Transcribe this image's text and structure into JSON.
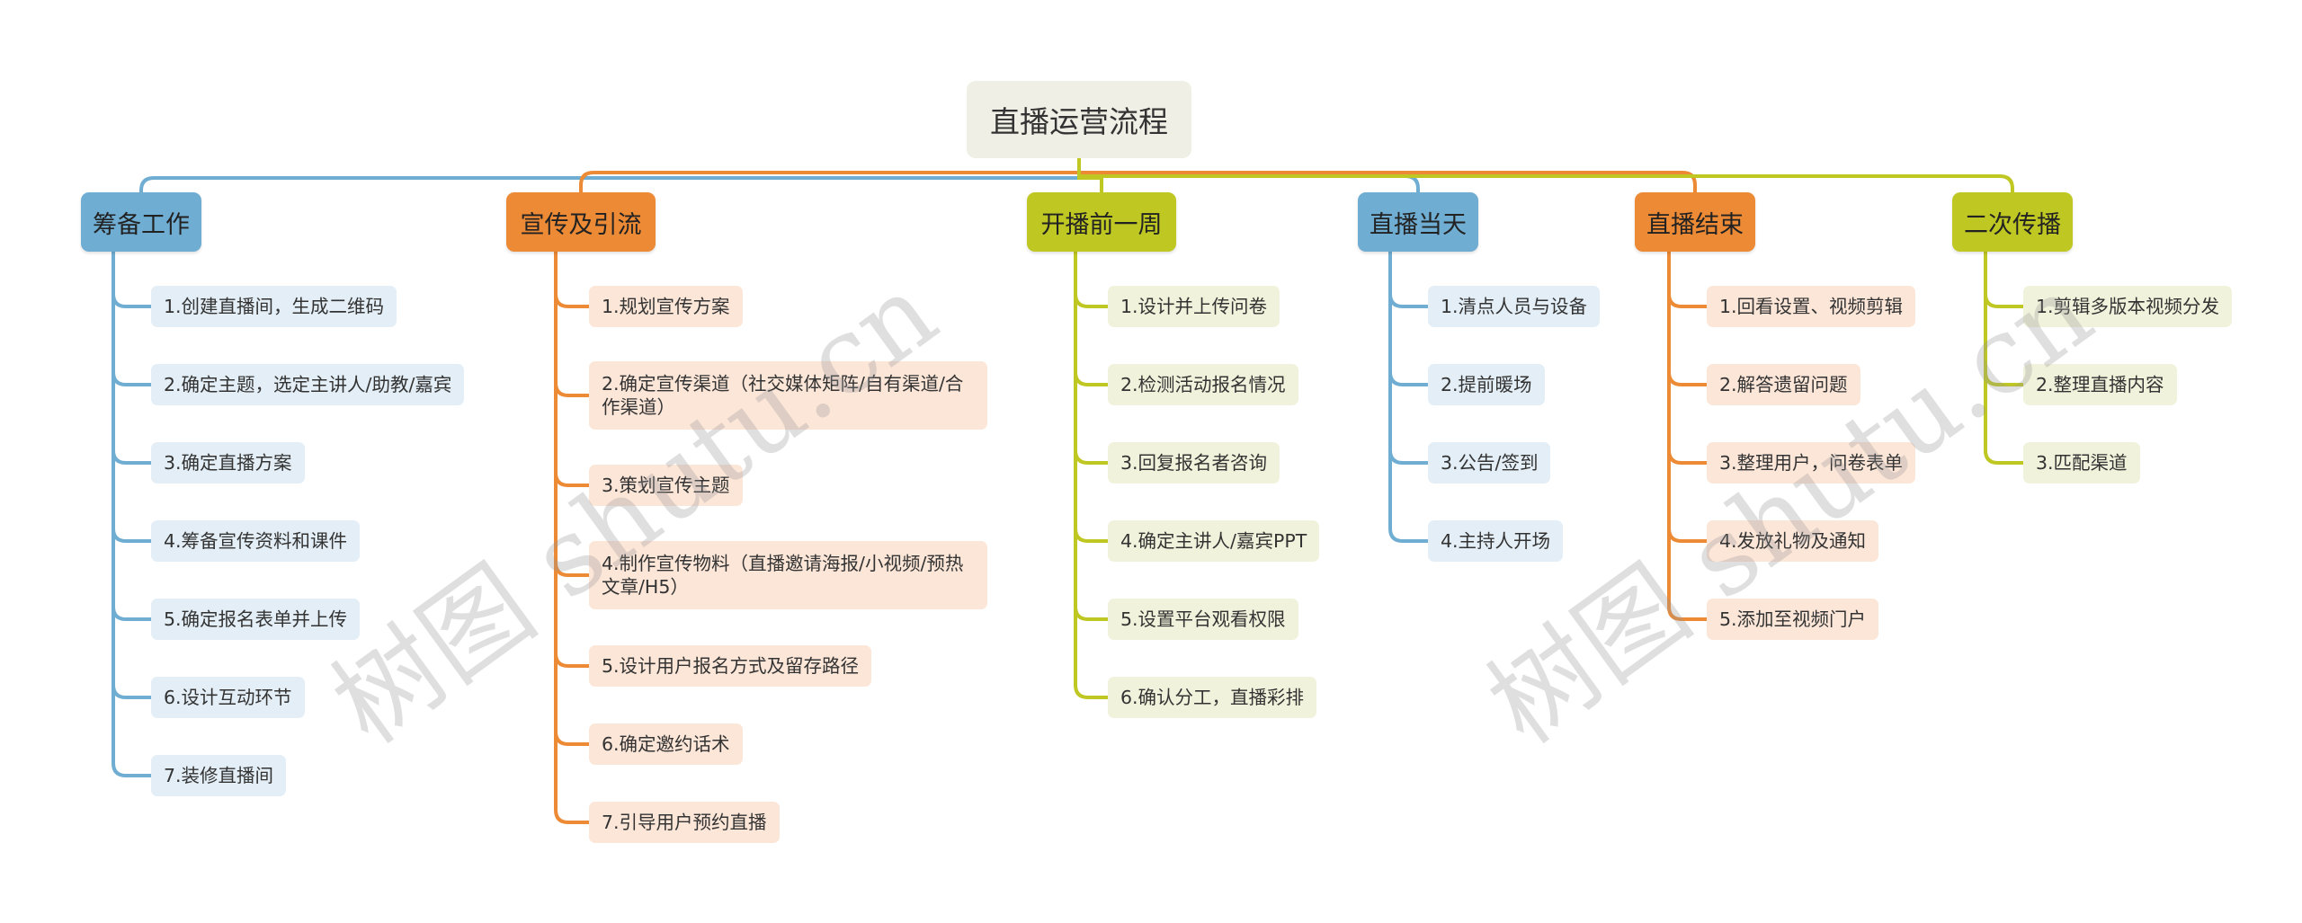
{
  "root": {
    "title": "直播运营流程"
  },
  "colors": {
    "blue": "#6fadd2",
    "orange": "#ec8a35",
    "olive": "#bfc723"
  },
  "branches": [
    {
      "title": "筹备工作",
      "color": "blue",
      "items": [
        "1.创建直播间，生成二维码",
        "2.确定主题，选定主讲人/助教/嘉宾",
        "3.确定直播方案",
        "4.筹备宣传资料和课件",
        "5.确定报名表单并上传",
        "6.设计互动环节",
        "7.装修直播间"
      ]
    },
    {
      "title": "宣传及引流",
      "color": "orange",
      "items": [
        "1.规划宣传方案",
        "2.确定宣传渠道（社交媒体矩阵/自有渠道/合作渠道）",
        "3.策划宣传主题",
        "4.制作宣传物料（直播邀请海报/小视频/预热文章/H5）",
        "5.设计用户报名方式及留存路径",
        "6.确定邀约话术",
        "7.引导用户预约直播"
      ]
    },
    {
      "title": "开播前一周",
      "color": "olive",
      "items": [
        "1.设计并上传问卷",
        "2.检测活动报名情况",
        "3.回复报名者咨询",
        "4.确定主讲人/嘉宾PPT",
        "5.设置平台观看权限",
        "6.确认分工，直播彩排"
      ]
    },
    {
      "title": "直播当天",
      "color": "blue",
      "items": [
        "1.清点人员与设备",
        "2.提前暖场",
        "3.公告/签到",
        "4.主持人开场"
      ]
    },
    {
      "title": "直播结束",
      "color": "orange",
      "items": [
        "1.回看设置、视频剪辑",
        "2.解答遗留问题",
        "3.整理用户，问卷表单",
        "4.发放礼物及通知",
        "5.添加至视频门户"
      ]
    },
    {
      "title": "二次传播",
      "color": "olive",
      "items": [
        "1.剪辑多版本视频分发",
        "2.整理直播内容",
        "3.匹配渠道"
      ]
    }
  ],
  "watermark": {
    "left": "树图 shutu.cn",
    "right": "树图 shutu.cn"
  }
}
